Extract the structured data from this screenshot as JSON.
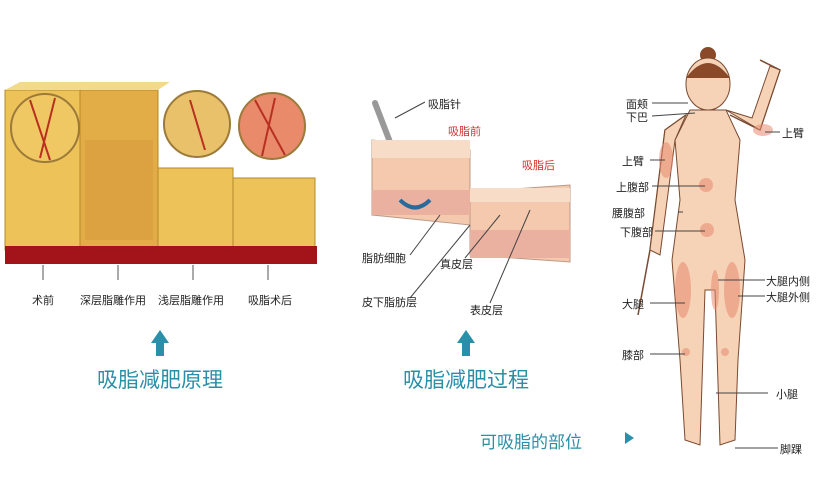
{
  "principle": {
    "stages": [
      "术前",
      "深层脂雕作用",
      "浅层脂雕作用",
      "吸脂术后"
    ],
    "title": "吸脂减肥原理"
  },
  "process": {
    "needle": "吸脂针",
    "before": "吸脂前",
    "after": "吸脂后",
    "fat_cells": "脂肪细胞",
    "subcutaneous": "皮下脂肪层",
    "dermis": "真皮层",
    "epidermis": "表皮层",
    "title": "吸脂减肥过程"
  },
  "areas": {
    "cheek": "面颊",
    "chin": "下巴",
    "upper_arm_right": "上臂",
    "upper_arm_left": "上臂",
    "upper_abdomen": "上腹部",
    "waist": "腰腹部",
    "lower_abdomen": "下腹部",
    "thigh": "大腿",
    "knee": "膝部",
    "inner_thigh": "大腿内侧",
    "outer_thigh": "大腿外侧",
    "calf": "小腿",
    "ankle": "脚踝",
    "title": "可吸脂的部位",
    "title_icon": "triangle-right-icon"
  },
  "colors": {
    "accent": "#2a8fa8",
    "red_label": "#d0302a",
    "skin": "#f6d2b6",
    "fat": "#e8b84a"
  }
}
